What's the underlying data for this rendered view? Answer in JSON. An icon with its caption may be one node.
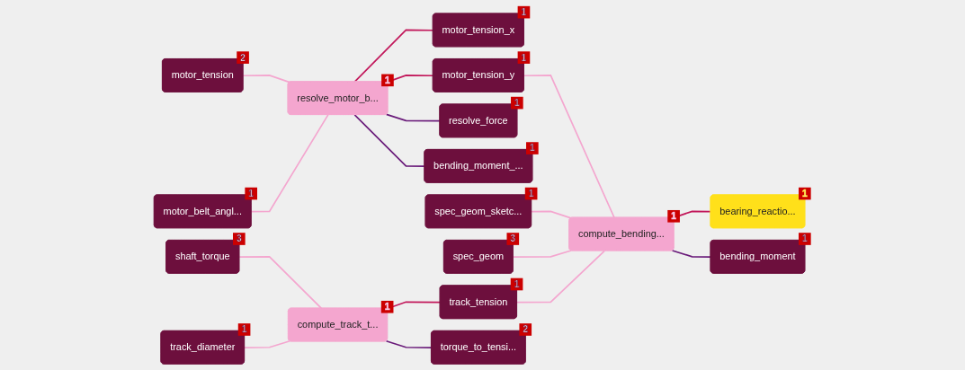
{
  "diagram": {
    "nodes": [
      {
        "text": [
          "motor_tension"
        ],
        "beside": [
          "2"
        ]
      },
      {
        "text": [
          "motor_tension_x"
        ],
        "beside": [
          "1"
        ]
      },
      {
        "text": [
          "resolve_motor_b..."
        ],
        "beside": [
          "1"
        ]
      },
      {
        "text": [
          "motor_tension_y"
        ],
        "beside": [
          "1"
        ]
      },
      {
        "text": [
          "motor_belt_angl..."
        ],
        "beside": [
          "1"
        ]
      },
      {
        "text": [
          "resolve_force"
        ],
        "beside": [
          "1"
        ]
      },
      {
        "text": [
          "bending_moment_..."
        ],
        "beside": [
          "1"
        ]
      },
      {
        "text": [
          "spec_geom_sketc..."
        ],
        "beside": [
          "1"
        ]
      },
      {
        "text": [
          "compute_bending..."
        ],
        "beside": [
          "1"
        ]
      },
      {
        "text": [
          "bearing_reactio..."
        ],
        "beside": [
          "1"
        ]
      },
      {
        "text": [
          "shaft_torque"
        ],
        "beside": [
          "3"
        ]
      },
      {
        "text": [
          "spec_geom"
        ],
        "beside": [
          "3"
        ]
      },
      {
        "text": [
          "track_diameter"
        ],
        "beside": [
          "1"
        ]
      },
      {
        "text": [
          "compute_track_t..."
        ],
        "beside": [
          "1"
        ]
      },
      {
        "text": [
          "track_tension"
        ],
        "beside": [
          "1"
        ]
      },
      {
        "text": [
          "bending_moment"
        ],
        "beside": [
          "1"
        ]
      },
      {
        "text": [
          "torque_to_tensi..."
        ],
        "beside": [
          "2"
        ]
      }
    ],
    "edges": [
      {
        "from": 0,
        "to": 2,
        "arrow": "none"
      },
      {
        "from": 4,
        "to": 2,
        "arrow": "none"
      },
      {
        "from": 2,
        "to": 1,
        "arrow": "none",
        "color": "#c2185b"
      },
      {
        "from": 2,
        "to": 3,
        "arrow": "none",
        "color": "#c2185b"
      },
      {
        "from": 2,
        "to": 5,
        "arrow": "none",
        "color": "#6a1b7a"
      },
      {
        "from": 2,
        "to": 6,
        "arrow": "none",
        "color": "#6a1b7a"
      },
      {
        "from": 3,
        "to": 8,
        "arrow": "none"
      },
      {
        "from": 7,
        "to": 8,
        "arrow": "none"
      },
      {
        "from": 11,
        "to": 8,
        "arrow": "none"
      },
      {
        "from": 14,
        "to": 8,
        "arrow": "none"
      },
      {
        "from": 8,
        "to": 9,
        "arrow": "none",
        "color": "#c2185b"
      },
      {
        "from": 8,
        "to": 15,
        "arrow": "none",
        "color": "#6a1b7a"
      },
      {
        "from": 10,
        "to": 13,
        "arrow": "none"
      },
      {
        "from": 12,
        "to": 13,
        "arrow": "none"
      },
      {
        "from": 13,
        "to": 14,
        "arrow": "none",
        "color": "#c2185b"
      },
      {
        "from": 13,
        "to": 16,
        "arrow": "none",
        "color": "#6a1b7a"
      }
    ]
  }
}
